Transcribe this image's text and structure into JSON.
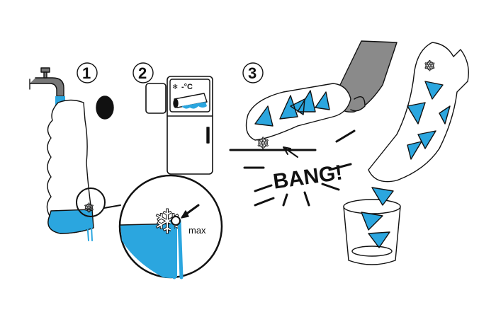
{
  "steps": {
    "step1": "1",
    "step2": "2",
    "step3": "3"
  },
  "fridge": {
    "temp_label": "-°C"
  },
  "detail": {
    "max_label": "max"
  },
  "impact": {
    "bang_label": "BANG!"
  },
  "colors": {
    "ice_blue": "#2ba6df",
    "ink": "#111111",
    "hand_gray": "#8a8a8a"
  }
}
